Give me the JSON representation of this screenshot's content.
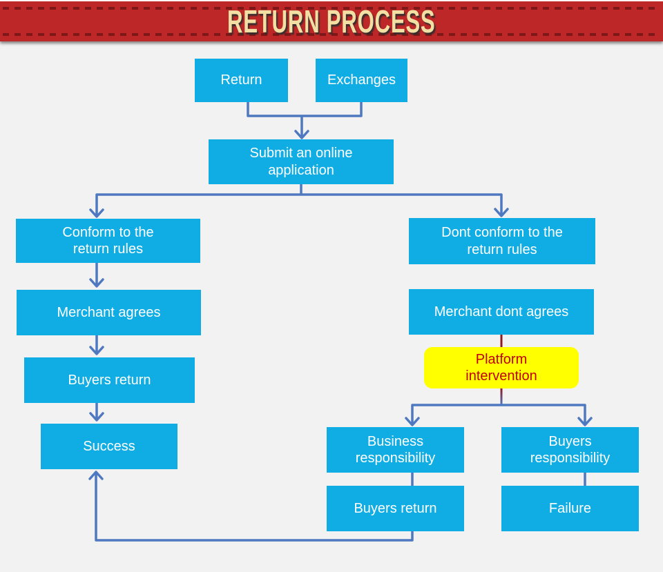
{
  "header": {
    "title": "RETURN PROCESS",
    "background_color": "#BE2727",
    "dash_color": "#7E1818",
    "title_color": "#F2DFA4"
  },
  "colors": {
    "canvas_background": "#F2F2F2",
    "node_fill": "#10ADE4",
    "node_text": "#FFFFFF",
    "connector_blue": "#4E79C0",
    "connector_dark_red": "#8E1B22",
    "platform_fill": "#FFFF00",
    "platform_text": "#C00000"
  },
  "nodes": {
    "return_box": {
      "label": "Return"
    },
    "exchanges": {
      "label": "Exchanges"
    },
    "submit": {
      "label": "Submit an online application"
    },
    "conform": {
      "label": "Conform to the return rules"
    },
    "merchant_agrees": {
      "label": "Merchant agrees"
    },
    "buyers_return_left": {
      "label": "Buyers return"
    },
    "success": {
      "label": "Success"
    },
    "dont_conform": {
      "label": "Dont conform to the return rules"
    },
    "merchant_dont_agrees": {
      "label": "Merchant dont agrees"
    },
    "platform_intervention": {
      "label": "Platform intervention"
    },
    "business_responsibility": {
      "label": "Business responsibility"
    },
    "buyers_responsibility": {
      "label": "Buyers responsibility"
    },
    "buyers_return_right": {
      "label": "Buyers return"
    },
    "failure": {
      "label": "Failure"
    }
  }
}
